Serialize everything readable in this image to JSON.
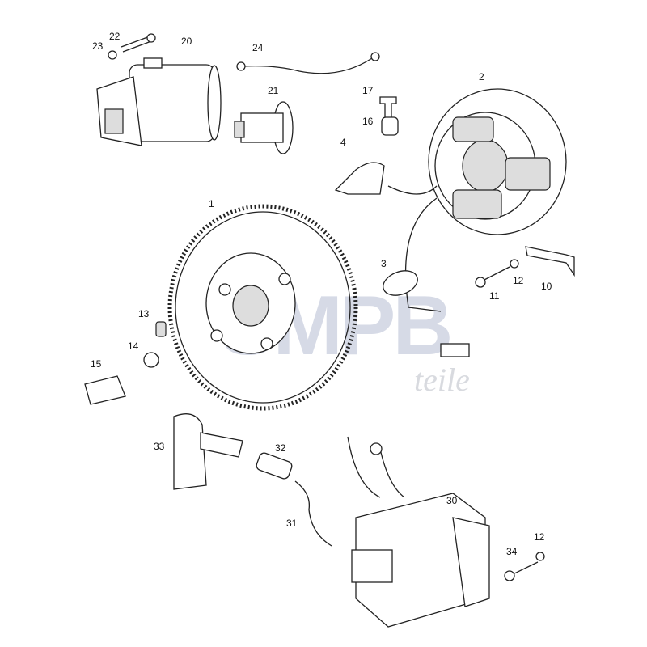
{
  "diagram": {
    "watermark": {
      "main": "SMPB",
      "sub": "teile"
    },
    "part_labels": [
      "23",
      "22",
      "20",
      "24",
      "21",
      "17",
      "16",
      "2",
      "4",
      "1",
      "3",
      "11",
      "12",
      "10",
      "13",
      "14",
      "15",
      "33",
      "32",
      "31",
      "30",
      "34",
      "12"
    ]
  }
}
